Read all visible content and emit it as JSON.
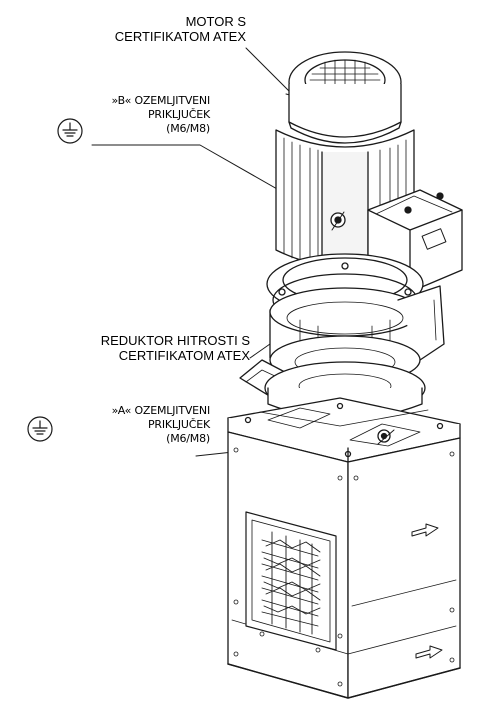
{
  "labels": {
    "motor": [
      "MOTOR S",
      "CERTIFIKATOM ATEX"
    ],
    "gearbox": [
      "REDUKTOR HITROSTI S",
      "CERTIFIKATOM ATEX"
    ],
    "ground_b": [
      "»B« OZEMLJITVENI",
      "PRIKLJUČEK",
      "(M6/M8)"
    ],
    "ground_a": [
      "»A« OZEMLJITVENI",
      "PRIKLJUČEK",
      "(M6/M8)"
    ]
  },
  "icons": {
    "ground_b": "ground-symbol-icon",
    "ground_a": "ground-symbol-icon",
    "motor_fan": "fan-cover-icon"
  },
  "colors": {
    "line": "#1a1a1a",
    "light_line": "#8a8a8a",
    "background": "#ffffff"
  }
}
